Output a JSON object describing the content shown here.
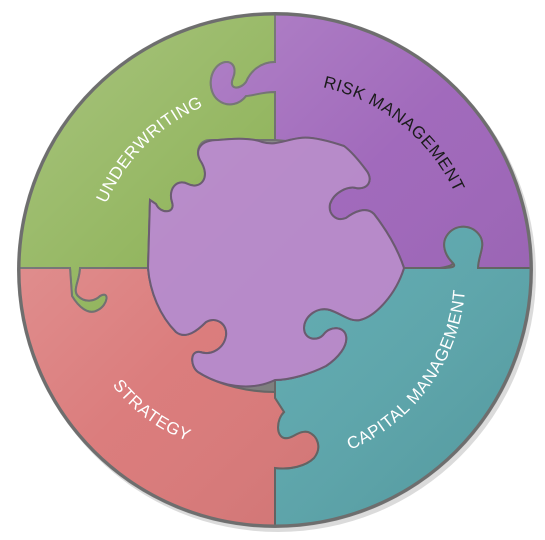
{
  "diagram": {
    "segments": [
      {
        "id": "underwriting",
        "label": "UNDERWRITING",
        "color": "#86ad4c",
        "text_color": "#ffffff"
      },
      {
        "id": "risk",
        "label": "RISK MANAGEMENT",
        "color": "#9c62b8",
        "text_color": "#1b1b1b"
      },
      {
        "id": "capital",
        "label": "CAPITAL MANAGEMENT",
        "color": "#5aa7ad",
        "text_color": "#ffffff"
      },
      {
        "id": "strategy",
        "label": "STRATEGY",
        "color": "#d97676",
        "text_color": "#ffffff"
      }
    ],
    "center": {
      "color": "#b78ac9"
    }
  }
}
